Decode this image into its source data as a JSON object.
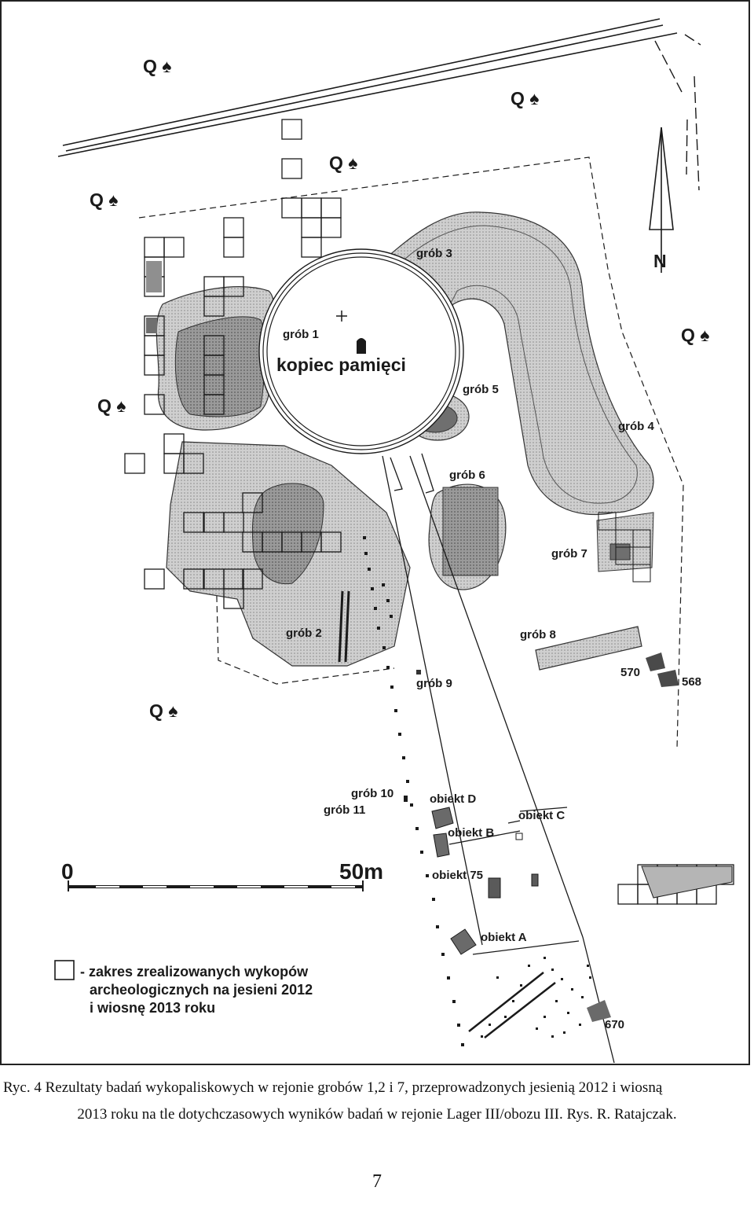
{
  "map": {
    "memorial_label": "kopiec pamięci",
    "graves": {
      "g1": "grób 1",
      "g2": "grób 2",
      "g3": "grób 3",
      "g4": "grób 4",
      "g5": "grób 5",
      "g6": "grób 6",
      "g7": "grób 7",
      "g8": "grób 8",
      "g9": "grób 9",
      "g10": "grób 10",
      "g11": "grób 11"
    },
    "objects": {
      "oA": "obiekt A",
      "oB": "obiekt B",
      "oC": "obiekt C",
      "oD": "obiekt D",
      "o75": "obiekt 75"
    },
    "features": {
      "f570": "570",
      "f568": "568",
      "f670": "670"
    },
    "north_label": "N",
    "tree_marker": "Q ♠",
    "scale": {
      "start": "0",
      "end": "50m"
    },
    "legend": {
      "line1": "- zakres zrealizowanych wykopów",
      "line2": "archeologicznych na jesieni 2012",
      "line3": "i wiosnę 2013 roku"
    }
  },
  "caption": {
    "line1": "Ryc. 4 Rezultaty badań wykopaliskowych w rejonie grobów 1,2  i 7, przeprowadzonych jesienią 2012 i wiosną",
    "line2": "2013 roku na tle dotychczasowych wyników badań w rejonie Lager III/obozu III. Rys. R. Ratajczak."
  },
  "page_number": "7",
  "colors": {
    "grave_light": "#c9c9c9",
    "grave_dark": "#8f8f8f",
    "feature_dark": "#555555",
    "line": "#1a1a1a"
  }
}
